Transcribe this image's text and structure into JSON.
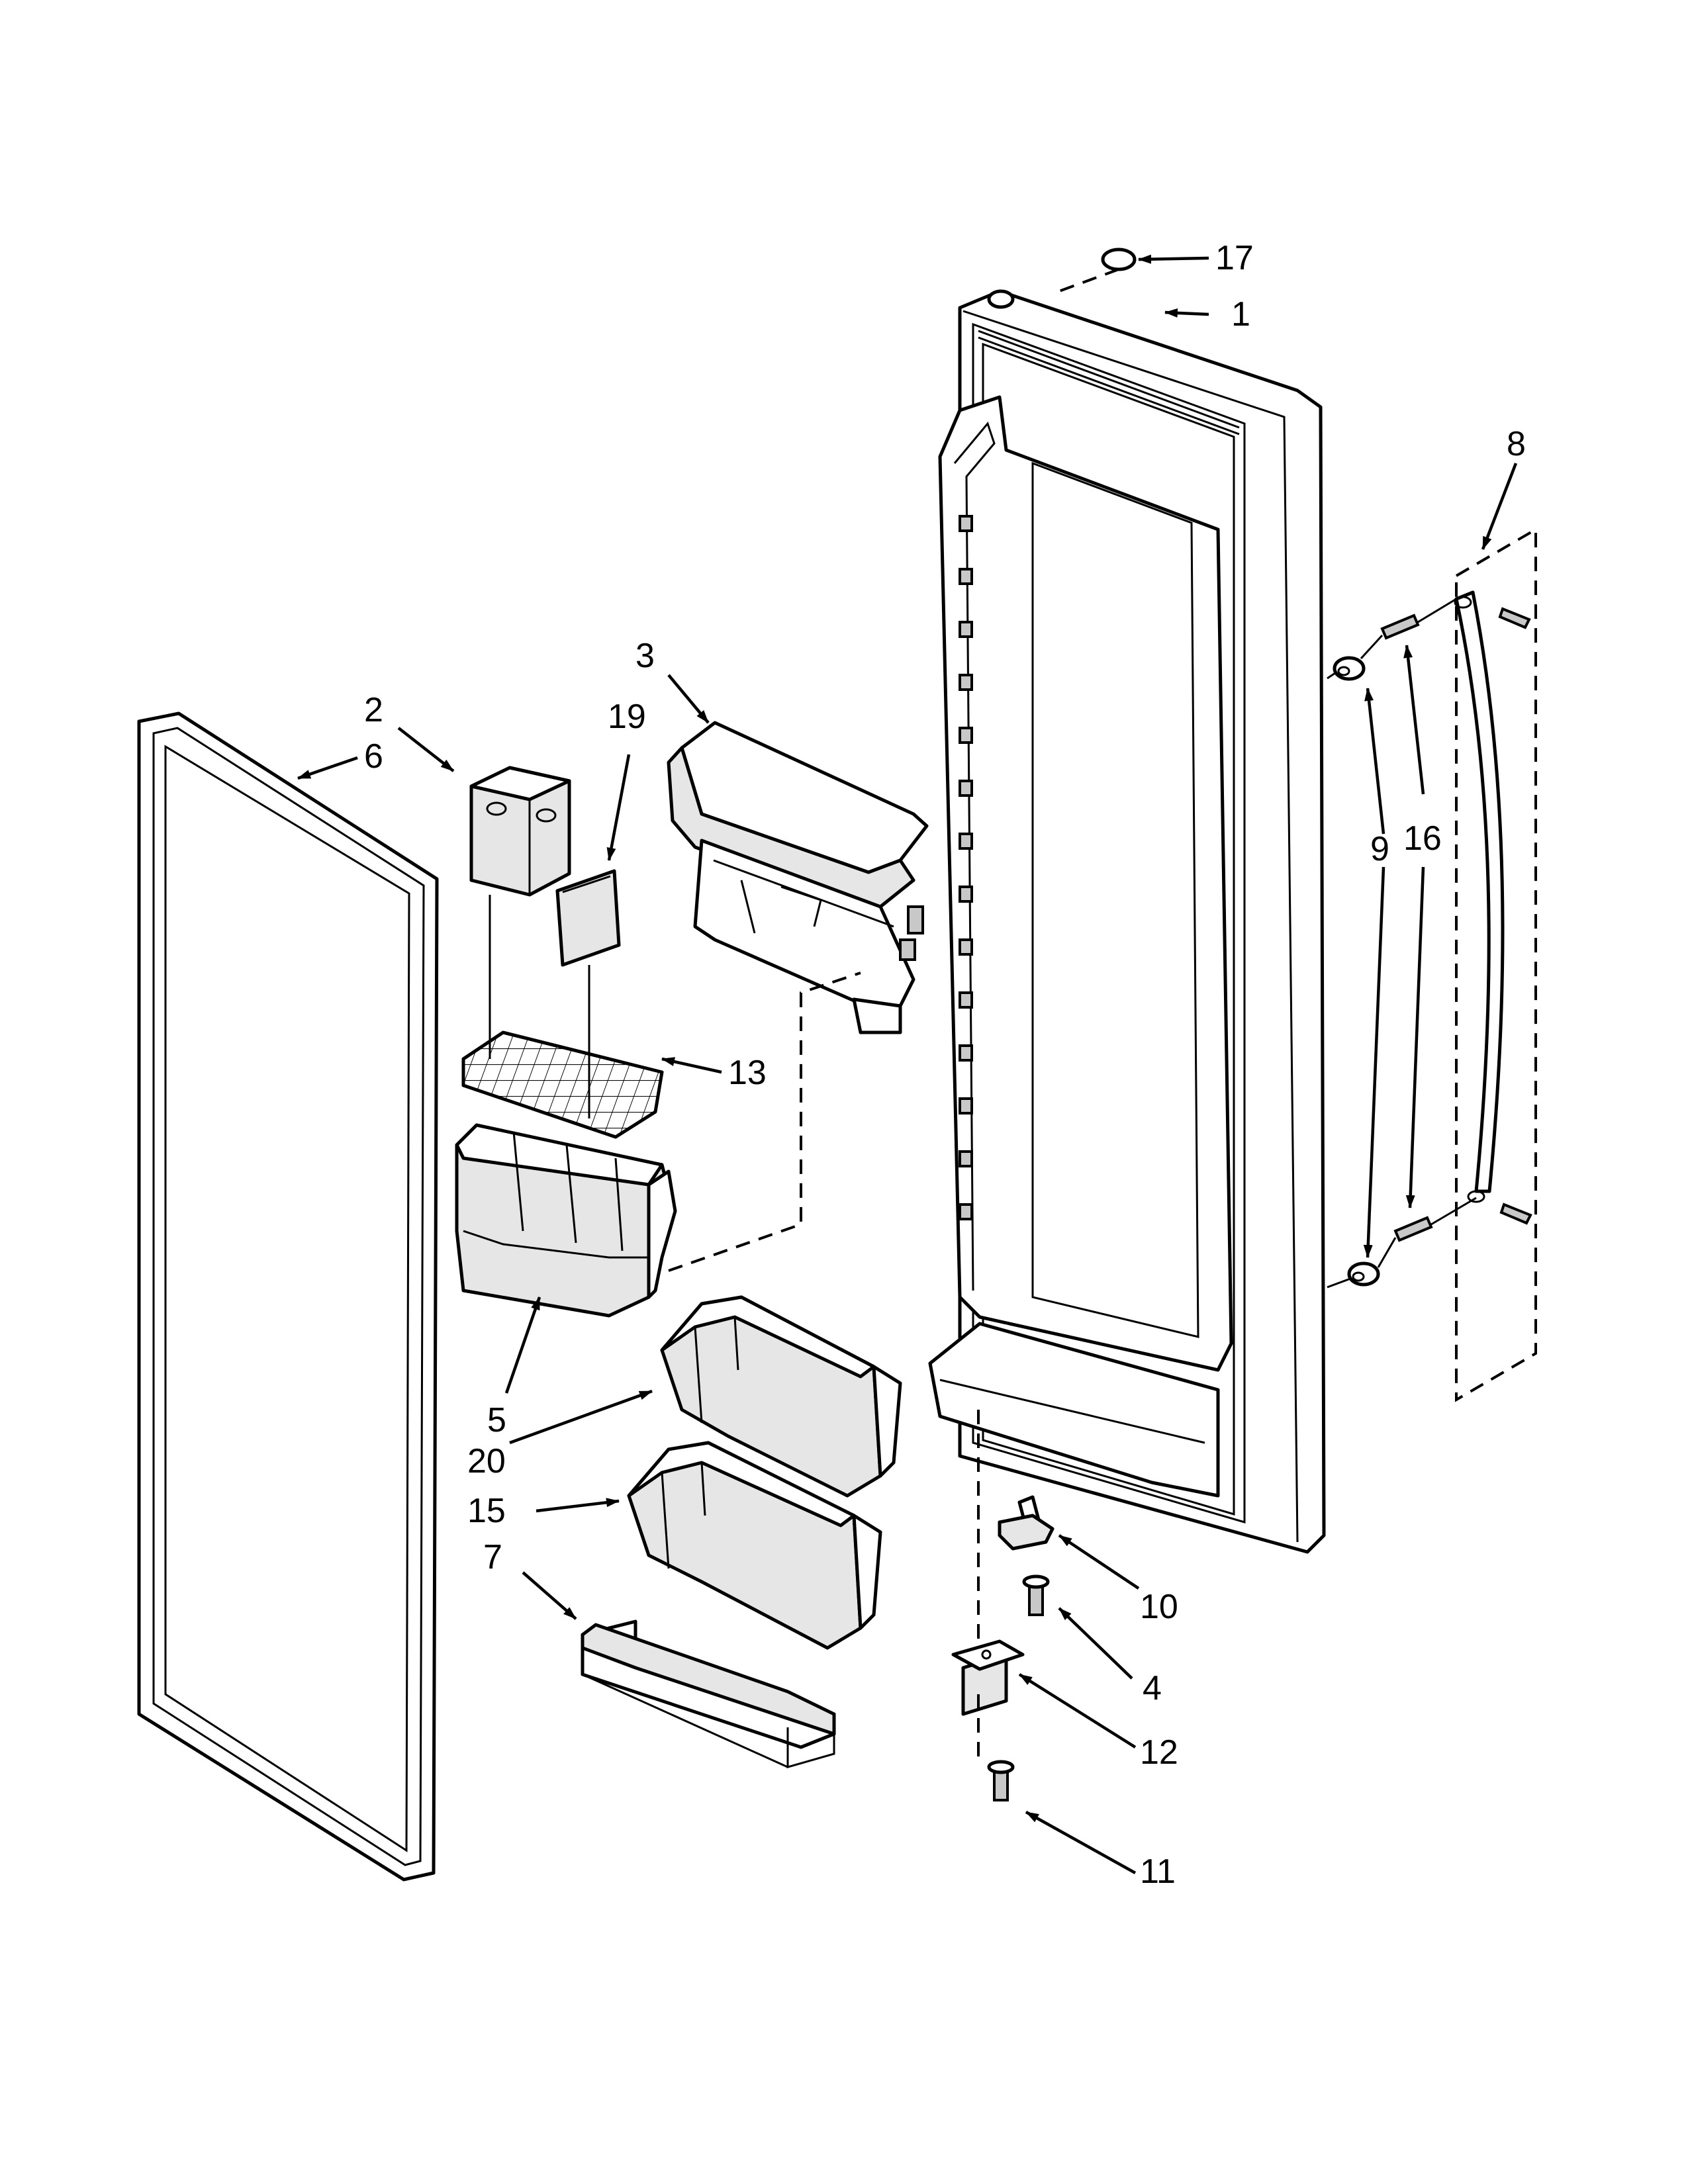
{
  "callouts": [
    {
      "id": "c1",
      "label": "1"
    },
    {
      "id": "c2",
      "label": "2"
    },
    {
      "id": "c3",
      "label": "3"
    },
    {
      "id": "c4",
      "label": "4"
    },
    {
      "id": "c5",
      "label": "5"
    },
    {
      "id": "c6",
      "label": "6"
    },
    {
      "id": "c7",
      "label": "7"
    },
    {
      "id": "c8",
      "label": "8"
    },
    {
      "id": "c9",
      "label": "9"
    },
    {
      "id": "c10",
      "label": "10"
    },
    {
      "id": "c11",
      "label": "11"
    },
    {
      "id": "c12",
      "label": "12"
    },
    {
      "id": "c13",
      "label": "13"
    },
    {
      "id": "c15",
      "label": "15"
    },
    {
      "id": "c16",
      "label": "16"
    },
    {
      "id": "c17",
      "label": "17"
    },
    {
      "id": "c19",
      "label": "19"
    },
    {
      "id": "c20",
      "label": "20"
    }
  ]
}
